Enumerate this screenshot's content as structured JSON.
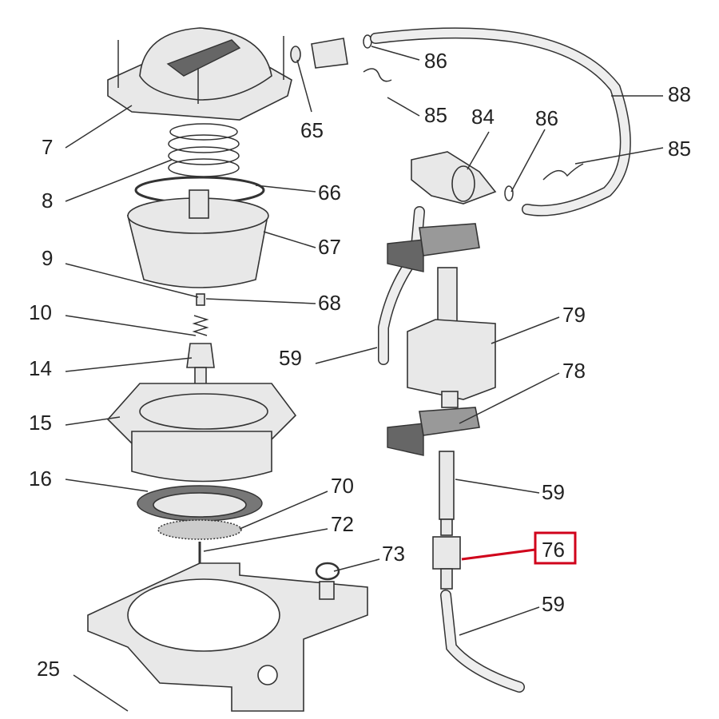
{
  "callouts": [
    {
      "id": "7",
      "label": "7"
    },
    {
      "id": "8",
      "label": "8"
    },
    {
      "id": "9",
      "label": "9"
    },
    {
      "id": "10",
      "label": "10"
    },
    {
      "id": "14",
      "label": "14"
    },
    {
      "id": "15",
      "label": "15"
    },
    {
      "id": "16",
      "label": "16"
    },
    {
      "id": "25",
      "label": "25"
    },
    {
      "id": "65",
      "label": "65"
    },
    {
      "id": "66",
      "label": "66"
    },
    {
      "id": "67",
      "label": "67"
    },
    {
      "id": "68",
      "label": "68"
    },
    {
      "id": "86a",
      "label": "86"
    },
    {
      "id": "85a",
      "label": "85"
    },
    {
      "id": "84",
      "label": "84"
    },
    {
      "id": "86b",
      "label": "86"
    },
    {
      "id": "88",
      "label": "88"
    },
    {
      "id": "85b",
      "label": "85"
    },
    {
      "id": "79",
      "label": "79"
    },
    {
      "id": "78",
      "label": "78"
    },
    {
      "id": "59a",
      "label": "59"
    },
    {
      "id": "59b",
      "label": "59"
    },
    {
      "id": "59c",
      "label": "59"
    },
    {
      "id": "70",
      "label": "70"
    },
    {
      "id": "72",
      "label": "72"
    },
    {
      "id": "73",
      "label": "73"
    },
    {
      "id": "76",
      "label": "76"
    }
  ],
  "highlight": {
    "label": "76",
    "color": "#d0021b"
  }
}
